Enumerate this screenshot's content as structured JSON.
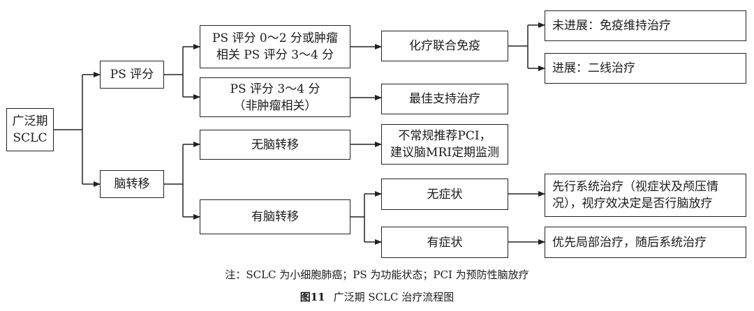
{
  "nodes": {
    "root": "广泛期\nSCLC",
    "ps": "PS 评分",
    "brain": "脑转移",
    "ps_a": "PS 评分 0～2 分或肿瘤\n相关 PS 评分 3～4 分",
    "ps_b": "PS 评分 3～4 分\n（非肿瘤相关）",
    "no_met": "无脑转移",
    "has_met": "有脑转移",
    "chemo": "化疗联合免疫",
    "best": "最佳支持治疗",
    "no_pci": "不常规推荐PCI，\n建议脑MRI定期监测",
    "asym": "无症状",
    "sym": "有症状",
    "no_prog": "未进展：免疫维持治疗",
    "prog": "进展：二线治疗",
    "sys_first": "先行系统治疗（视症状及颅压情\n况），视疗效决定是否行脑放疗",
    "local_first": "优先局部治疗，随后系统治疗"
  },
  "note": "注：SCLC 为小细胞肺癌；PS 为功能状态；PCI 为预防性脑放疗",
  "caption": {
    "figure": "图11",
    "title": "广泛期 SCLC 治疗流程图"
  }
}
